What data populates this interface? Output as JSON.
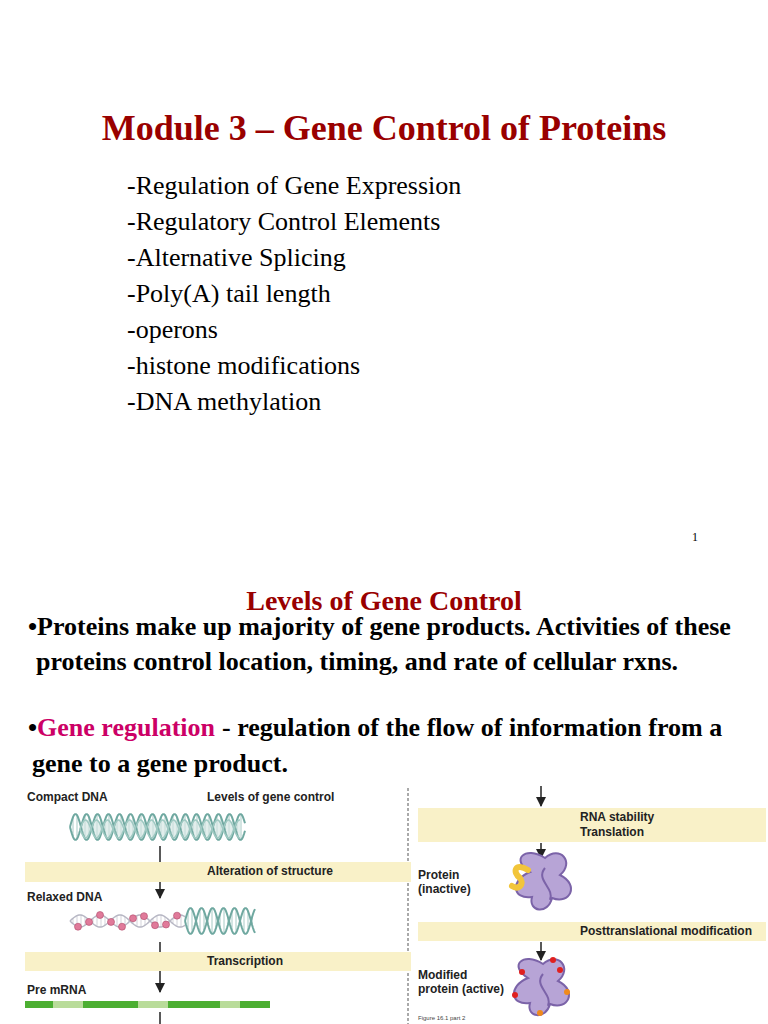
{
  "diagram": {
    "title": "Module 3 – Gene Control of Proteins",
    "nodes": [
      {
        "text": [
          "Alteration of structure"
        ]
      },
      {
        "text": [
          "Transcription"
        ]
      },
      {
        "text": [
          "RNA stability",
          "Translation"
        ]
      },
      {
        "text": [
          "Posttranslational modification"
        ]
      }
    ],
    "labels": [
      "-Regulation of Gene Expression",
      "-Regulatory Control Elements",
      "-Alternative Splicing",
      "-Poly(A) tail length",
      "-operons",
      "-histone modifications",
      "-DNA methylation",
      "1",
      "Levels of Gene Control",
      "•Proteins make up majority of gene products.  Activities of these proteins control location, timing, and rate of cellular rxns.",
      "•",
      "Gene regulation",
      "- regulation of the flow of  information from a gene to a gene product.",
      "Compact DNA",
      "Levels of gene control",
      "Relaxed DNA",
      "Pre mRNA",
      "Protein (inactive)",
      "Modified protein (active)",
      "Figure 16.1 part 2"
    ]
  }
}
